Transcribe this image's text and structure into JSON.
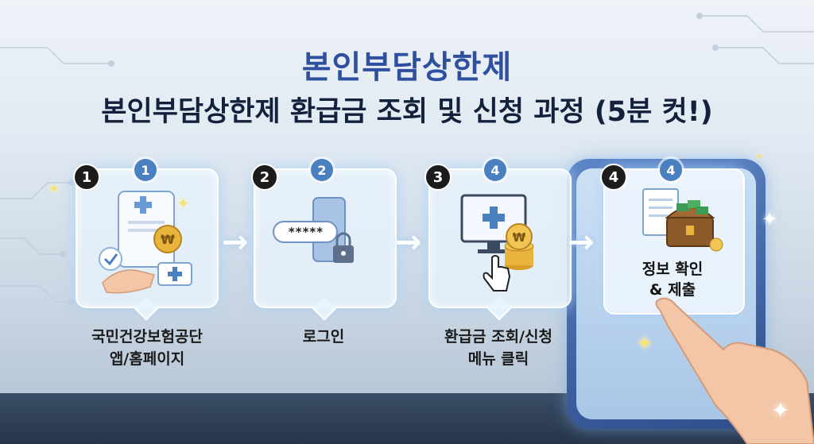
{
  "title": "본인부담상한제",
  "subtitle": "본인부담상한제 환급금 조회 및 신청 과정 (5분 컷!)",
  "steps": [
    {
      "number": "1",
      "badge": "1",
      "label_line1": "국민건강보험공단",
      "label_line2": "앱/홈페이지"
    },
    {
      "number": "2",
      "badge": "2",
      "label_line1": "로그인",
      "label_line2": ""
    },
    {
      "number": "3",
      "badge": "4",
      "label_line1": "환급금 조회/신청",
      "label_line2": "메뉴 클릭"
    },
    {
      "number": "4",
      "badge": "4",
      "label_line1": "정보 확인",
      "label_line2": "& 제출"
    }
  ],
  "password_mask": "*****",
  "currency_symbol": "₩",
  "arrow_glyph": "→",
  "colors": {
    "title": "#2f4f9f",
    "subtitle": "#14213d",
    "badge_blue": "#4a7fc0",
    "badge_dark": "#1c1c1c"
  }
}
